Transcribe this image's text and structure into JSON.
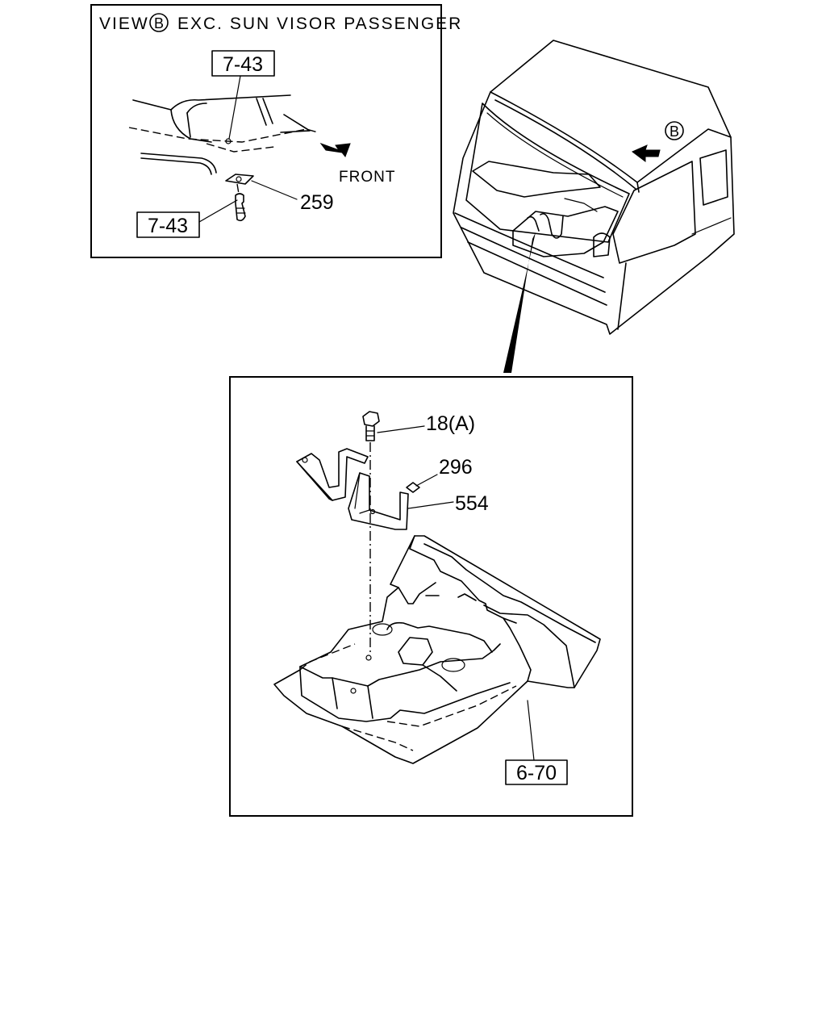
{
  "view_b_inset": {
    "title_prefix": "VIEW",
    "title_marker": "B",
    "title_suffix": "EXC. SUN VISOR PASSENGER",
    "direction_label": "FRONT",
    "ref_box_top": "7-43",
    "ref_box_bottom": "7-43",
    "callout_part": "259"
  },
  "cab_overview": {
    "view_marker": "B"
  },
  "detail_inset": {
    "callout_bolt": "18(A)",
    "callout_clip": "296",
    "callout_bracket": "554",
    "ref_box_floor": "6-70"
  }
}
